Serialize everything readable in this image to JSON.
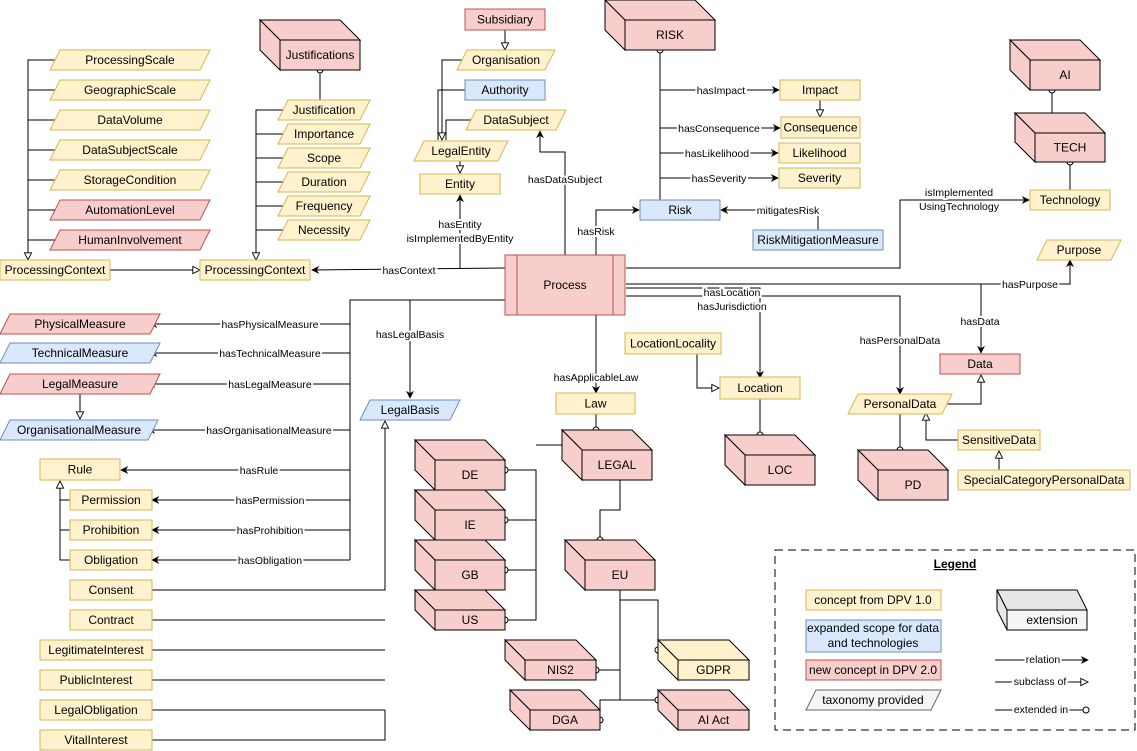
{
  "colors": {
    "dpv1_fill": "#fff2cc",
    "dpv1_stroke": "#d6b656",
    "expanded_fill": "#dae8fc",
    "expanded_stroke": "#6c8ebf",
    "new_fill": "#f8cecc",
    "new_stroke": "#b85450",
    "ext_fill": "#e6e6e6",
    "ext_stroke": "#000000"
  },
  "concepts": {
    "processing_scale": "ProcessingScale",
    "geographic_scale": "GeographicScale",
    "data_volume": "DataVolume",
    "data_subject_scale": "DataSubjectScale",
    "storage_condition": "StorageCondition",
    "automation_level": "AutomationLevel",
    "human_involvement": "HumanInvolvement",
    "processing_context_left": "ProcessingContext",
    "processing_context": "ProcessingContext",
    "justification": "Justification",
    "importance": "Importance",
    "scope": "Scope",
    "duration": "Duration",
    "frequency": "Frequency",
    "necessity": "Necessity",
    "subsidiary": "Subsidiary",
    "organisation": "Organisation",
    "authority": "Authority",
    "data_subject": "DataSubject",
    "legal_entity": "LegalEntity",
    "entity": "Entity",
    "impact": "Impact",
    "consequence": "Consequence",
    "likelihood": "Likelihood",
    "severity": "Severity",
    "risk": "Risk",
    "risk_mitigation_measure": "RiskMitigationMeasure",
    "technology": "Technology",
    "purpose": "Purpose",
    "process": "Process",
    "physical_measure": "PhysicalMeasure",
    "technical_measure": "TechnicalMeasure",
    "legal_measure": "LegalMeasure",
    "organisational_measure": "OrganisationalMeasure",
    "rule": "Rule",
    "permission": "Permission",
    "prohibition": "Prohibition",
    "obligation": "Obligation",
    "consent": "Consent",
    "contract": "Contract",
    "legitimate_interest": "LegitimateInterest",
    "public_interest": "PublicInterest",
    "legal_obligation": "LegalObligation",
    "vital_interest": "VitalInterest",
    "legal_basis": "LegalBasis",
    "law": "Law",
    "location_locality": "LocationLocality",
    "location": "Location",
    "data": "Data",
    "personal_data": "PersonalData",
    "sensitive_data": "SensitiveData",
    "special_category_personal_data": "SpecialCategoryPersonalData"
  },
  "extensions": {
    "justifications": "Justifications",
    "risk": "RISK",
    "ai": "AI",
    "tech": "TECH",
    "legal": "LEGAL",
    "de": "DE",
    "ie": "IE",
    "gb": "GB",
    "us": "US",
    "eu": "EU",
    "nis2": "NIS2",
    "gdpr": "GDPR",
    "dga": "DGA",
    "ai_act": "AI Act",
    "loc": "LOC",
    "pd": "PD"
  },
  "relations": {
    "has_impact": "hasImpact",
    "has_consequence": "hasConsequence",
    "has_likelihood": "hasLikelihood",
    "has_severity": "hasSeverity",
    "mitigates_risk": "mitigatesRisk",
    "has_risk": "hasRisk",
    "has_data_subject": "hasDataSubject",
    "has_entity": "hasEntity",
    "is_implemented_by_entity": "isImplementedByEntity",
    "has_context": "hasContext",
    "is_implemented_line1": "isImplemented",
    "is_implemented_line2": "UsingTechnology",
    "has_purpose": "hasPurpose",
    "has_location": "hasLocation",
    "has_jurisdiction": "hasJurisdiction",
    "has_data": "hasData",
    "has_personal_data": "hasPersonalData",
    "has_legal_basis": "hasLegalBasis",
    "has_applicable_law": "hasApplicableLaw",
    "has_physical_measure": "hasPhysicalMeasure",
    "has_technical_measure": "hasTechnicalMeasure",
    "has_legal_measure": "hasLegalMeasure",
    "has_organisational_measure": "hasOrganisationalMeasure",
    "has_rule": "hasRule",
    "has_permission": "hasPermission",
    "has_prohibition": "hasProhibition",
    "has_obligation": "hasObligation"
  },
  "legend": {
    "title": "Legend",
    "concept_dpv1": "concept from DPV 1.0",
    "expanded_line1": "expanded scope for data",
    "expanded_line2": "and technologies",
    "new_concept": "new concept in DPV 2.0",
    "taxonomy": "taxonomy provided",
    "extension": "extension",
    "relation": "relation",
    "subclass_of": "subclass of",
    "extended_in": "extended in"
  }
}
